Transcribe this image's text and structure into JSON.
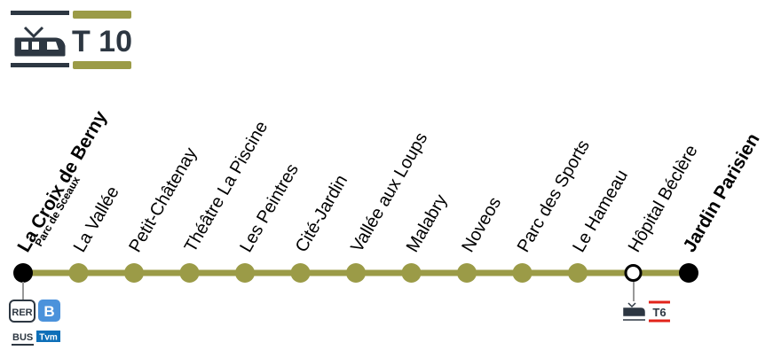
{
  "header": {
    "mode_icon": "tram-icon",
    "line_name": "T 10",
    "line_color": "#9b9b47",
    "mode_color": "#2d3742"
  },
  "line": {
    "color": "#9b9b47",
    "stations": [
      {
        "name": "La Croix de Berny",
        "subtitle": "Parc de Sceaux",
        "terminus": true
      },
      {
        "name": "La Vallée"
      },
      {
        "name": "Petit-Châtenay"
      },
      {
        "name": "Théâtre La Piscine"
      },
      {
        "name": "Les Peintres"
      },
      {
        "name": "Cité-Jardin"
      },
      {
        "name": "Vallée aux Loups"
      },
      {
        "name": "Malabry"
      },
      {
        "name": "Noveos"
      },
      {
        "name": "Parc des Sports"
      },
      {
        "name": "Le Hameau"
      },
      {
        "name": "Hôpital Béclère",
        "interchange": true
      },
      {
        "name": "Jardin Parisien",
        "terminus": true
      }
    ]
  },
  "connections": {
    "terminus_start": {
      "rer_label": "RER",
      "rer_line": "B",
      "rer_line_color": "#4b92db",
      "bus_label": "BUS",
      "bus_line": "Tvm",
      "bus_line_color": "#0e6fb8"
    },
    "hopital_beclere": {
      "mode_icon": "tram-icon",
      "line": "T6",
      "line_color": "#e2231a"
    }
  }
}
